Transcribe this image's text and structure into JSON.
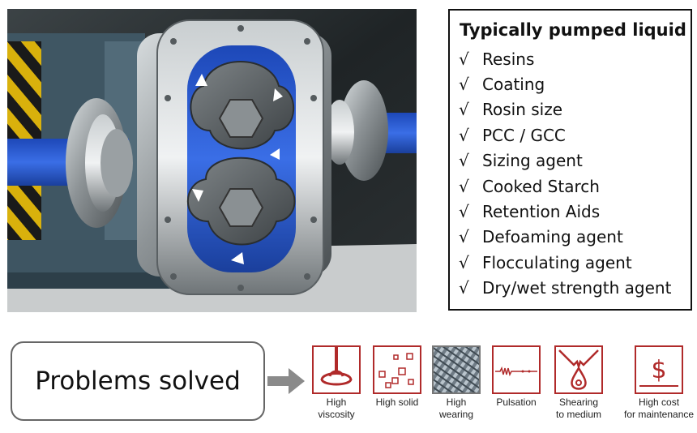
{
  "liquids": {
    "title": "Typically pumped liquid",
    "check_mark": "√",
    "items": [
      "Resins",
      "Coating",
      "Rosin size",
      "PCC / GCC",
      "Sizing agent",
      "Cooked Starch",
      "Retention Aids",
      "Defoaming agent",
      "Flocculating agent",
      "Dry/wet strength agent"
    ]
  },
  "problems": {
    "label": "Problems solved",
    "issues": [
      {
        "line1": "High",
        "line2": "viscosity",
        "icon": "viscosity-icon"
      },
      {
        "line1": "High solid",
        "line2": "",
        "icon": "solid-particles-icon"
      },
      {
        "line1": "High",
        "line2": "wearing",
        "icon": "wear-texture-icon"
      },
      {
        "line1": "Pulsation",
        "line2": "",
        "icon": "pulsation-icon"
      },
      {
        "line1": "Shearing",
        "line2": "to medium",
        "icon": "shearing-drop-icon"
      },
      {
        "line1": "High cost",
        "line2": "for maintenance",
        "icon": "dollar-icon"
      }
    ],
    "symbol_dollar": "$"
  },
  "colors": {
    "accent_red": "#b02a2a",
    "pump_blue": "#2a56c8",
    "steel": "#8d9396"
  }
}
